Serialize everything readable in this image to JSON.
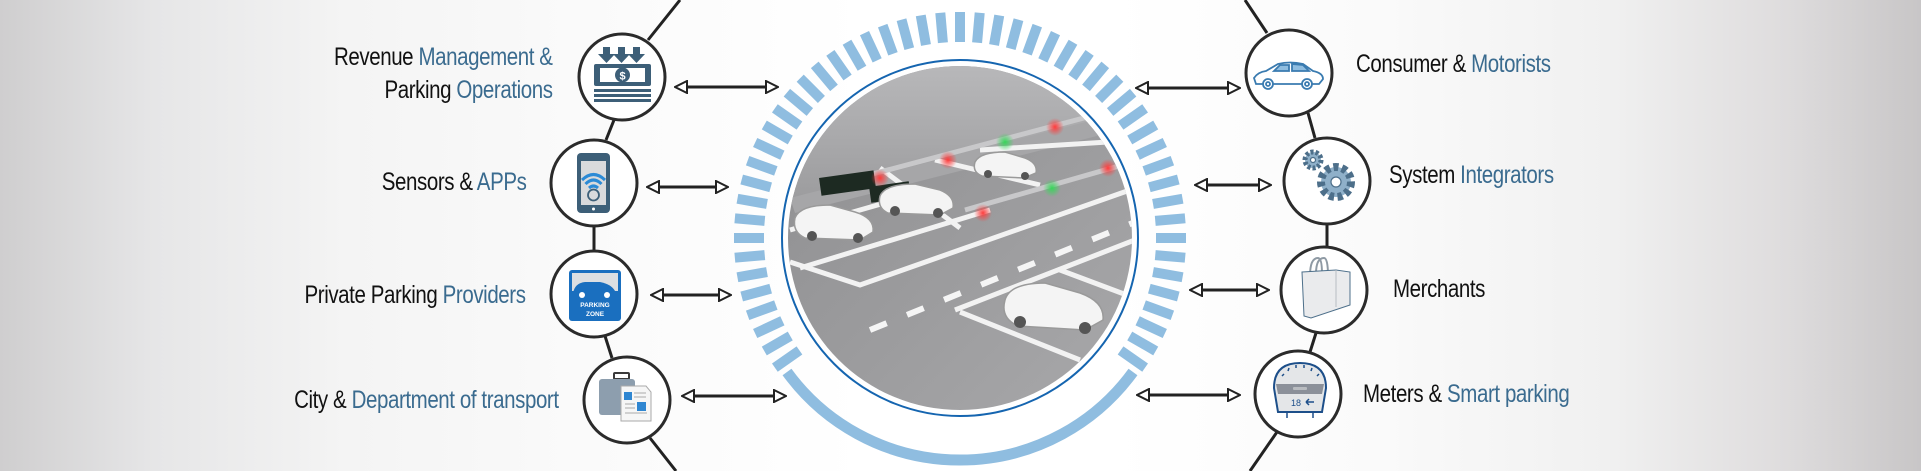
{
  "colors": {
    "text_dark": "#111111",
    "text_accent": "#3a6b8f",
    "ring_ticks": "#8fbde0",
    "inner_ring": "#1565b0",
    "connector": "#222222",
    "node_border": "#2b2b2b"
  },
  "center": {
    "image_subject": "smart parking garage with sensor-lit spaces",
    "icon": "parking-garage-scene"
  },
  "left_nodes": [
    {
      "icon": "money-stack-icon",
      "lines": [
        {
          "dark": "Revenue ",
          "blue": "Management &"
        },
        {
          "dark": "Parking ",
          "blue": "Operations"
        }
      ]
    },
    {
      "icon": "smartphone-wifi-icon",
      "lines": [
        {
          "dark": "Sensors & ",
          "blue": "APPs"
        }
      ]
    },
    {
      "icon": "parking-zone-sign-icon",
      "icon_text": [
        "PARKING",
        "ZONE"
      ],
      "lines": [
        {
          "dark": "Private Parking ",
          "blue": "Providers"
        }
      ]
    },
    {
      "icon": "briefcase-documents-icon",
      "lines": [
        {
          "dark": "City & ",
          "blue": "Department of transport"
        }
      ]
    }
  ],
  "right_nodes": [
    {
      "icon": "car-icon",
      "lines": [
        {
          "dark": "Consumer & ",
          "blue": "Motorists"
        }
      ]
    },
    {
      "icon": "gears-icon",
      "lines": [
        {
          "dark": "System ",
          "blue": "Integrators"
        }
      ]
    },
    {
      "icon": "shopping-bag-icon",
      "lines": [
        {
          "dark": "Merchants",
          "blue": ""
        }
      ]
    },
    {
      "icon": "parking-meter-icon",
      "icon_text": "18",
      "lines": [
        {
          "dark": "Meters & ",
          "blue": "Smart parking"
        }
      ]
    }
  ]
}
